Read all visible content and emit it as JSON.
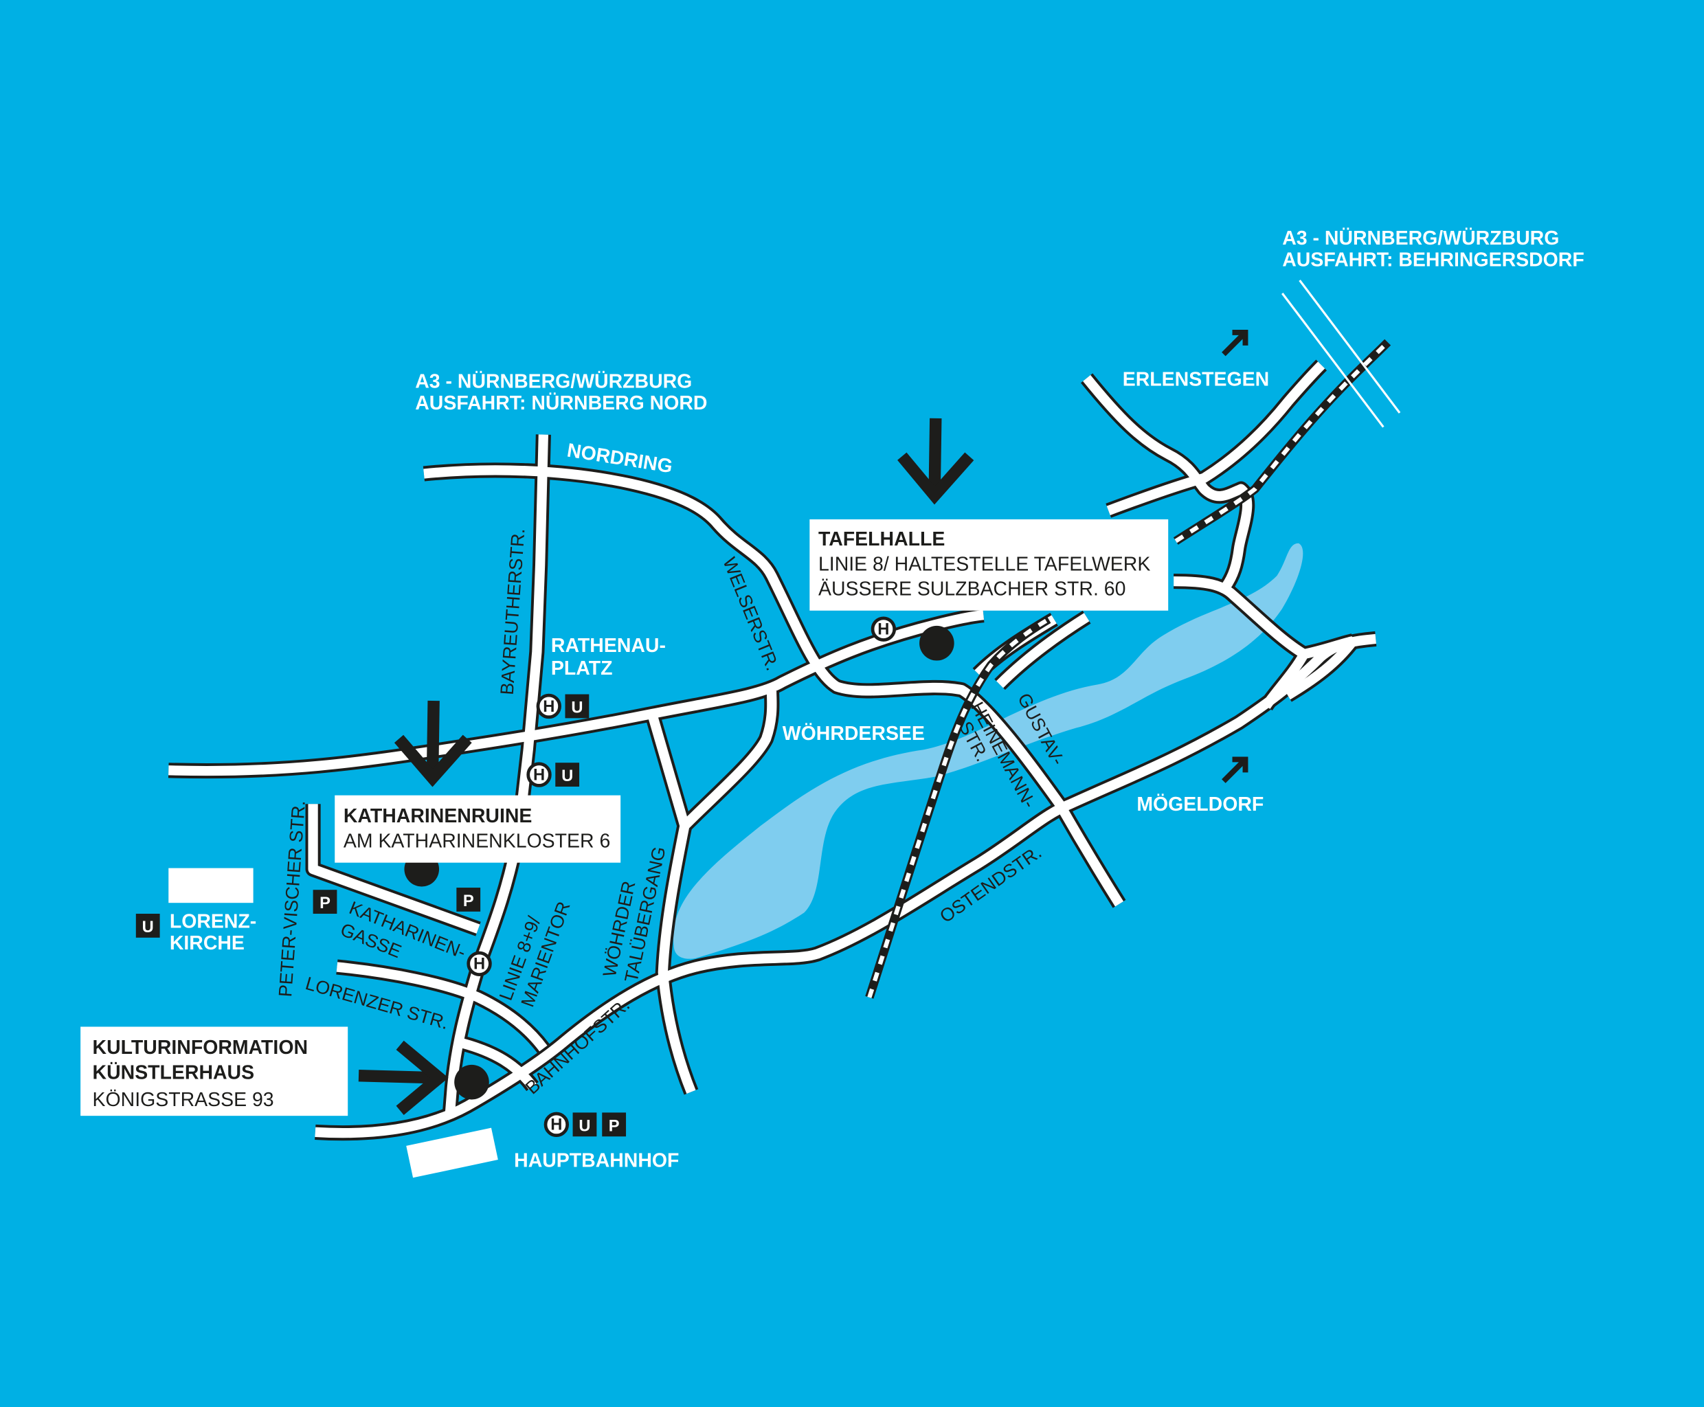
{
  "colors": {
    "background": "#00b0e4",
    "lake": "#7fcdef",
    "road": "#ffffff",
    "ink": "#1d1d1b"
  },
  "highway_north": {
    "line1": "A3 - NÜRNBERG/WÜRZBURG",
    "line2": "AUSFAHRT: NÜRNBERG NORD"
  },
  "highway_east": {
    "line1": "A3 - NÜRNBERG/WÜRZBURG",
    "line2": "AUSFAHRT: BEHRINGERSDORF"
  },
  "districts": {
    "erlenstegen": "ERLENSTEGEN",
    "moegeldorf": "MÖGELDORF",
    "woehrdersee": "WÖHRDERSEE",
    "rathenau1": "RATHENAU-",
    "rathenau2": "PLATZ",
    "lorenz1": "LORENZ-",
    "lorenz2": "KIRCHE",
    "hauptbahnhof": "HAUPTBAHNHOF"
  },
  "streets": {
    "nordring": "NORDRING",
    "bayreuther": "BAYREUTHERSTR.",
    "welser": "WELSERSTR.",
    "heinemann1": "HEINEMANN-",
    "heinemann2": "STR.",
    "gustav": "GUSTAV-",
    "ostend": "OSTENDSTR.",
    "peter_vischer": "PETER-VISCHER STR.",
    "katharinen1": "KATHARINEN-",
    "katharinen2": "GASSE",
    "lorenzer": "LORENZER STR.",
    "linie1": "LINIE 8+9/",
    "linie2": "MARIENTOR",
    "woehrder1": "WÖHRDER",
    "woehrder2": "TALÜBERGANG",
    "bahnhof": "BAHNHOFSTR."
  },
  "venues": {
    "tafelhalle": {
      "name": "TAFELHALLE",
      "line1": "LINIE 8/ HALTESTELLE TAFELWERK",
      "line2": "ÄUSSERE SULZBACHER STR. 60"
    },
    "katharinenruine": {
      "name": "KATHARINENRUINE",
      "line1": "AM KATHARINENKLOSTER 6"
    },
    "kulturinfo": {
      "name1": "KULTURINFORMATION",
      "name2": "KÜNSTLERHAUS",
      "line1": "KÖNIGSTRASSE 93"
    }
  },
  "badges": {
    "h": "H",
    "u": "U",
    "p": "P"
  }
}
